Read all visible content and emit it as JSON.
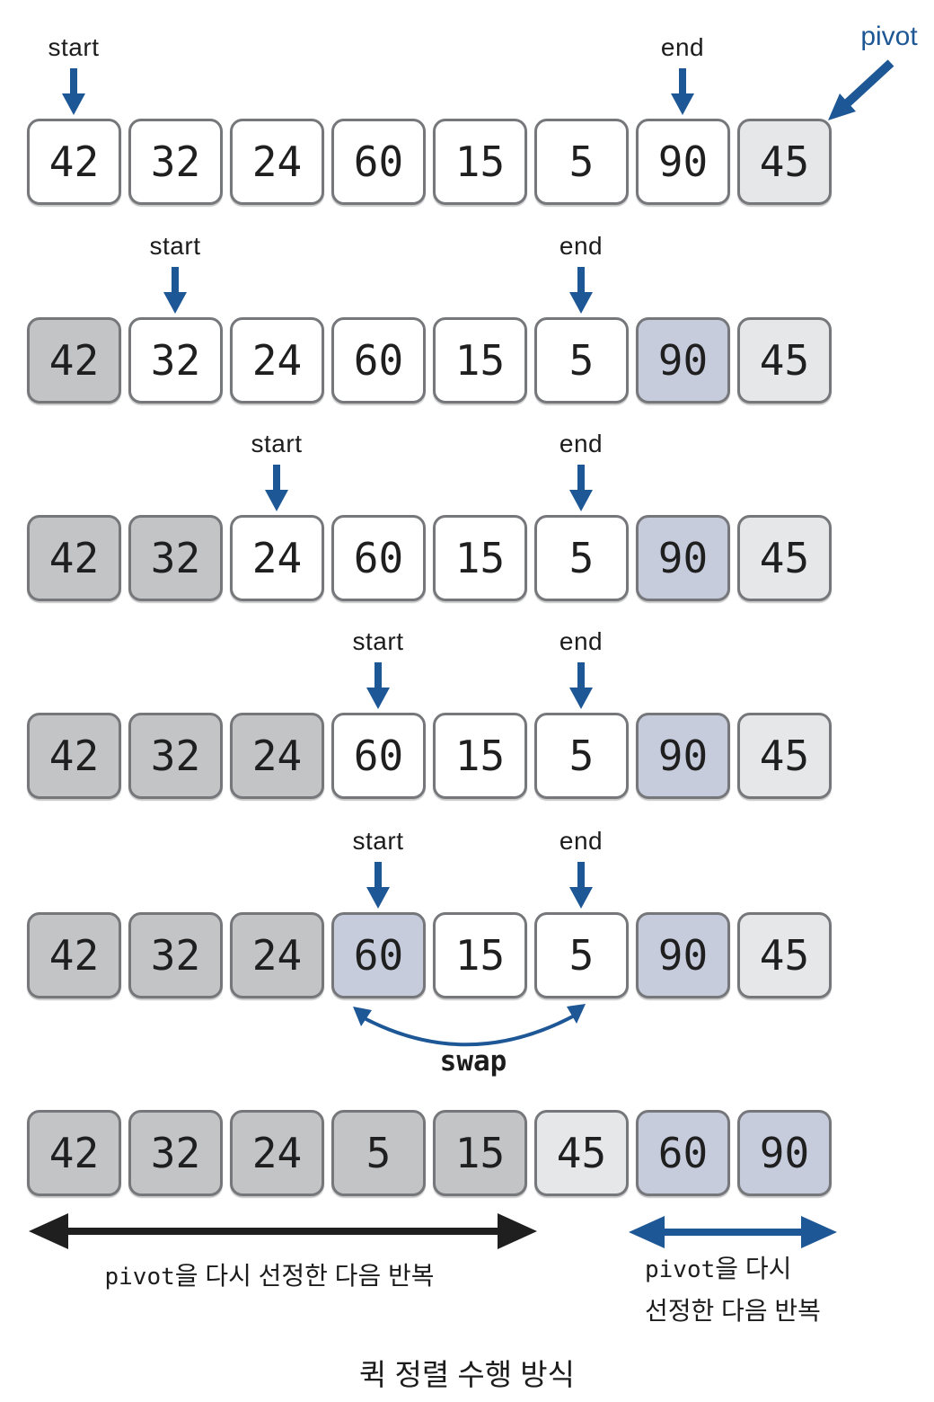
{
  "labels": {
    "start": "start",
    "end": "end",
    "pivot": "pivot",
    "swap": "swap"
  },
  "colors": {
    "arrow_blue": "#1d5795",
    "arrow_black": "#1f1f1f",
    "box_border": "#75777b",
    "fill_white": "#ffffff",
    "fill_gray": "#c3c4c6",
    "fill_lightgray": "#e5e7e8",
    "fill_blue": "#c7ccdd"
  },
  "rows": [
    {
      "pointers": {
        "start_index": 0,
        "end_index": 6
      },
      "pivot_callout_index": 7,
      "cells": [
        {
          "value": "42",
          "state": "white"
        },
        {
          "value": "32",
          "state": "white"
        },
        {
          "value": "24",
          "state": "white"
        },
        {
          "value": "60",
          "state": "white"
        },
        {
          "value": "15",
          "state": "white"
        },
        {
          "value": "5",
          "state": "white"
        },
        {
          "value": "90",
          "state": "white"
        },
        {
          "value": "45",
          "state": "lightgray"
        }
      ]
    },
    {
      "pointers": {
        "start_index": 1,
        "end_index": 5
      },
      "cells": [
        {
          "value": "42",
          "state": "gray"
        },
        {
          "value": "32",
          "state": "white"
        },
        {
          "value": "24",
          "state": "white"
        },
        {
          "value": "60",
          "state": "white"
        },
        {
          "value": "15",
          "state": "white"
        },
        {
          "value": "5",
          "state": "white"
        },
        {
          "value": "90",
          "state": "blue"
        },
        {
          "value": "45",
          "state": "lightgray"
        }
      ]
    },
    {
      "pointers": {
        "start_index": 2,
        "end_index": 5
      },
      "cells": [
        {
          "value": "42",
          "state": "gray"
        },
        {
          "value": "32",
          "state": "gray"
        },
        {
          "value": "24",
          "state": "white"
        },
        {
          "value": "60",
          "state": "white"
        },
        {
          "value": "15",
          "state": "white"
        },
        {
          "value": "5",
          "state": "white"
        },
        {
          "value": "90",
          "state": "blue"
        },
        {
          "value": "45",
          "state": "lightgray"
        }
      ]
    },
    {
      "pointers": {
        "start_index": 3,
        "end_index": 5
      },
      "cells": [
        {
          "value": "42",
          "state": "gray"
        },
        {
          "value": "32",
          "state": "gray"
        },
        {
          "value": "24",
          "state": "gray"
        },
        {
          "value": "60",
          "state": "white"
        },
        {
          "value": "15",
          "state": "white"
        },
        {
          "value": "5",
          "state": "white"
        },
        {
          "value": "90",
          "state": "blue"
        },
        {
          "value": "45",
          "state": "lightgray"
        }
      ]
    },
    {
      "pointers": {
        "start_index": 3,
        "end_index": 5
      },
      "swap_between": [
        3,
        5
      ],
      "cells": [
        {
          "value": "42",
          "state": "gray"
        },
        {
          "value": "32",
          "state": "gray"
        },
        {
          "value": "24",
          "state": "gray"
        },
        {
          "value": "60",
          "state": "blue"
        },
        {
          "value": "15",
          "state": "white"
        },
        {
          "value": "5",
          "state": "white"
        },
        {
          "value": "90",
          "state": "blue"
        },
        {
          "value": "45",
          "state": "lightgray"
        }
      ]
    },
    {
      "pointers": {},
      "cells": [
        {
          "value": "42",
          "state": "gray"
        },
        {
          "value": "32",
          "state": "gray"
        },
        {
          "value": "24",
          "state": "gray"
        },
        {
          "value": "5",
          "state": "gray"
        },
        {
          "value": "15",
          "state": "gray"
        },
        {
          "value": "45",
          "state": "lightgray"
        },
        {
          "value": "60",
          "state": "blue"
        },
        {
          "value": "90",
          "state": "blue"
        }
      ]
    }
  ],
  "bottom": {
    "left_label_mono": "pivot",
    "left_label_rest": "을 다시 선정한 다음 반복",
    "right_label_mono": "pivot",
    "right_label_line1_rest": "을 다시",
    "right_label_line2": "선정한 다음 반복"
  },
  "caption": "퀵 정렬 수행 방식"
}
